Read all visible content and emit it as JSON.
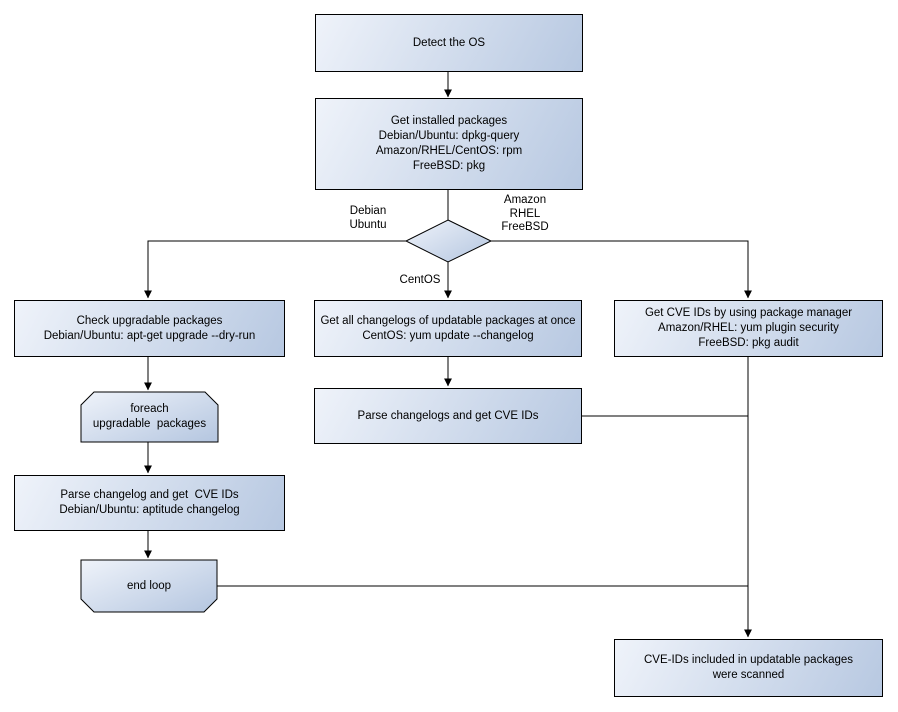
{
  "title": "OS package CVE scan flowchart",
  "nodes": {
    "detect_os": "Detect the OS",
    "get_installed": "Get installed packages\nDebian/Ubuntu: dpkg-query\nAmazon/RHEL/CentOS: rpm\nFreeBSD: pkg",
    "check_upgradable": "Check upgradable packages\nDebian/Ubuntu: apt-get upgrade --dry-run",
    "foreach_loop": "foreach\nupgradable  packages",
    "parse_changelog": "Parse changelog and get  CVE IDs\nDebian/Ubuntu: aptitude changelog",
    "end_loop": "end loop",
    "get_all_changelogs": "Get all changelogs of updatable packages at once\nCentOS: yum update --changelog",
    "parse_changelogs": "Parse changelogs and get CVE IDs",
    "get_cve_ids": "Get CVE IDs by using package manager\nAmazon/RHEL: yum plugin security\nFreeBSD: pkg audit",
    "scanned": "CVE-IDs included in updatable packages\nwere scanned"
  },
  "edge_labels": {
    "left_branch": "Debian\nUbuntu",
    "right_branch": "Amazon\nRHEL\nFreeBSD",
    "down_branch": "CentOS"
  },
  "colors": {
    "node_fill_light": "#eff3fa",
    "node_fill_dark": "#b7c8e1",
    "node_border": "#000000",
    "connector": "#000000",
    "background": "#ffffff"
  }
}
